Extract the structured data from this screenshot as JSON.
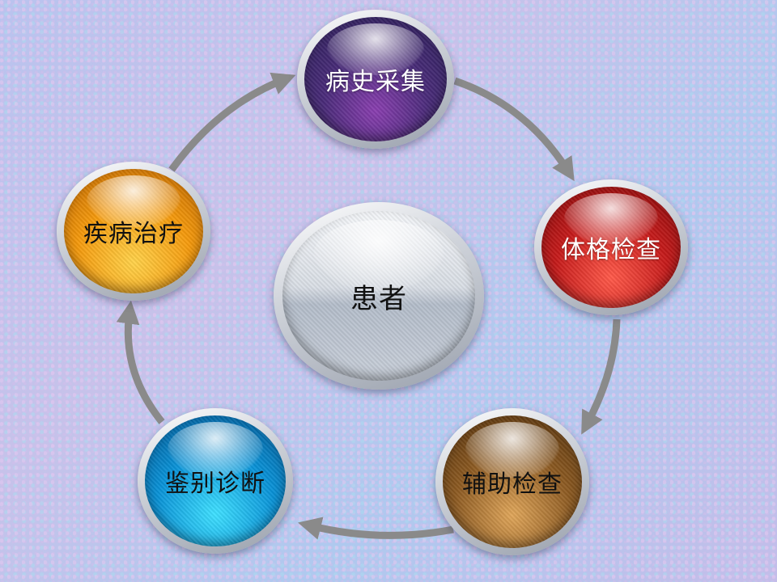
{
  "diagram": {
    "center": {
      "label": "患者"
    },
    "nodes": [
      {
        "id": "history",
        "label": "病史采集"
      },
      {
        "id": "physical",
        "label": "体格检查"
      },
      {
        "id": "auxiliary",
        "label": "辅助检查"
      },
      {
        "id": "differential",
        "label": "鉴别诊断"
      },
      {
        "id": "treatment",
        "label": "疾病治疗"
      }
    ],
    "colors": {
      "history": "#4a2c7a",
      "physical": "#c61b1b",
      "auxiliary": "#8c5a22",
      "differential": "#0a93d8",
      "treatment": "#f59a0d",
      "center": "#d9dee5",
      "arrow": "#8a8a8a"
    }
  }
}
